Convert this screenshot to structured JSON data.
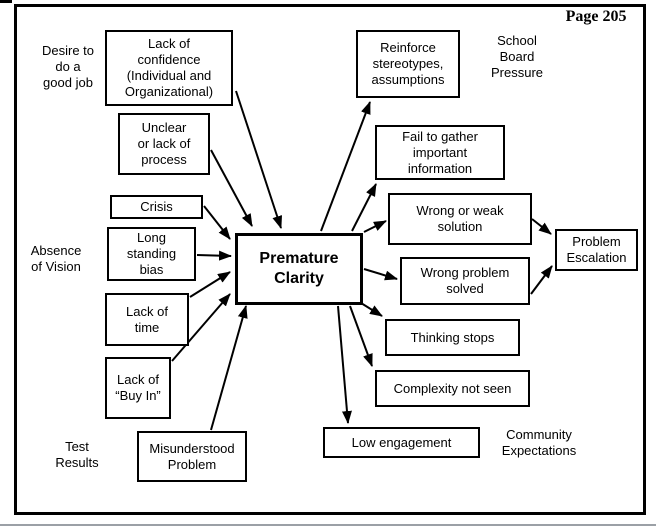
{
  "page": {
    "label": "Page 205"
  },
  "colors": {
    "ink": "#000000",
    "bottom_rule": "#9ba0a6"
  },
  "nodes": {
    "desire": {
      "label": "Desire to\ndo a\ngood job",
      "type": "text"
    },
    "lack_confidence": {
      "label": "Lack of\nconfidence\n(Individual and\nOrganizational)",
      "type": "box"
    },
    "unclear": {
      "label": "Unclear\nor lack of\nprocess",
      "type": "box"
    },
    "crisis": {
      "label": "Crisis",
      "type": "box"
    },
    "absence": {
      "label": "Absence\nof Vision",
      "type": "text"
    },
    "bias": {
      "label": "Long\nstanding\nbias",
      "type": "box"
    },
    "lack_time": {
      "label": "Lack of\ntime",
      "type": "box"
    },
    "buy_in": {
      "label": "Lack of\n“Buy In”",
      "type": "box"
    },
    "test_results": {
      "label": "Test\nResults",
      "type": "text"
    },
    "misunderstood": {
      "label": "Misunderstood\nProblem",
      "type": "box"
    },
    "center": {
      "label": "Premature\nClarity",
      "type": "box-bold"
    },
    "reinforce": {
      "label": "Reinforce\nstereotypes,\nassumptions",
      "type": "box"
    },
    "school_board": {
      "label": "School\nBoard\nPressure",
      "type": "text"
    },
    "fail_gather": {
      "label": "Fail to gather\nimportant\ninformation",
      "type": "box"
    },
    "wrong_weak": {
      "label": "Wrong or weak\nsolution",
      "type": "box"
    },
    "wrong_problem": {
      "label": "Wrong problem\nsolved",
      "type": "box"
    },
    "escalation": {
      "label": "Problem\nEscalation",
      "type": "box"
    },
    "thinking": {
      "label": "Thinking stops",
      "type": "box"
    },
    "complexity": {
      "label": "Complexity not seen",
      "type": "box"
    },
    "low_engagement": {
      "label": "Low engagement",
      "type": "box"
    },
    "community": {
      "label": "Community\nExpectations",
      "type": "text"
    }
  },
  "edges": [
    {
      "from": "lack_confidence",
      "to": "center"
    },
    {
      "from": "unclear",
      "to": "center"
    },
    {
      "from": "crisis",
      "to": "center"
    },
    {
      "from": "bias",
      "to": "center"
    },
    {
      "from": "lack_time",
      "to": "center"
    },
    {
      "from": "buy_in",
      "to": "center"
    },
    {
      "from": "misunderstood",
      "to": "center"
    },
    {
      "from": "center",
      "to": "reinforce"
    },
    {
      "from": "center",
      "to": "fail_gather"
    },
    {
      "from": "center",
      "to": "wrong_weak"
    },
    {
      "from": "center",
      "to": "wrong_problem"
    },
    {
      "from": "center",
      "to": "thinking"
    },
    {
      "from": "center",
      "to": "complexity"
    },
    {
      "from": "center",
      "to": "low_engagement"
    },
    {
      "from": "wrong_weak",
      "to": "escalation"
    },
    {
      "from": "wrong_problem",
      "to": "escalation"
    }
  ]
}
